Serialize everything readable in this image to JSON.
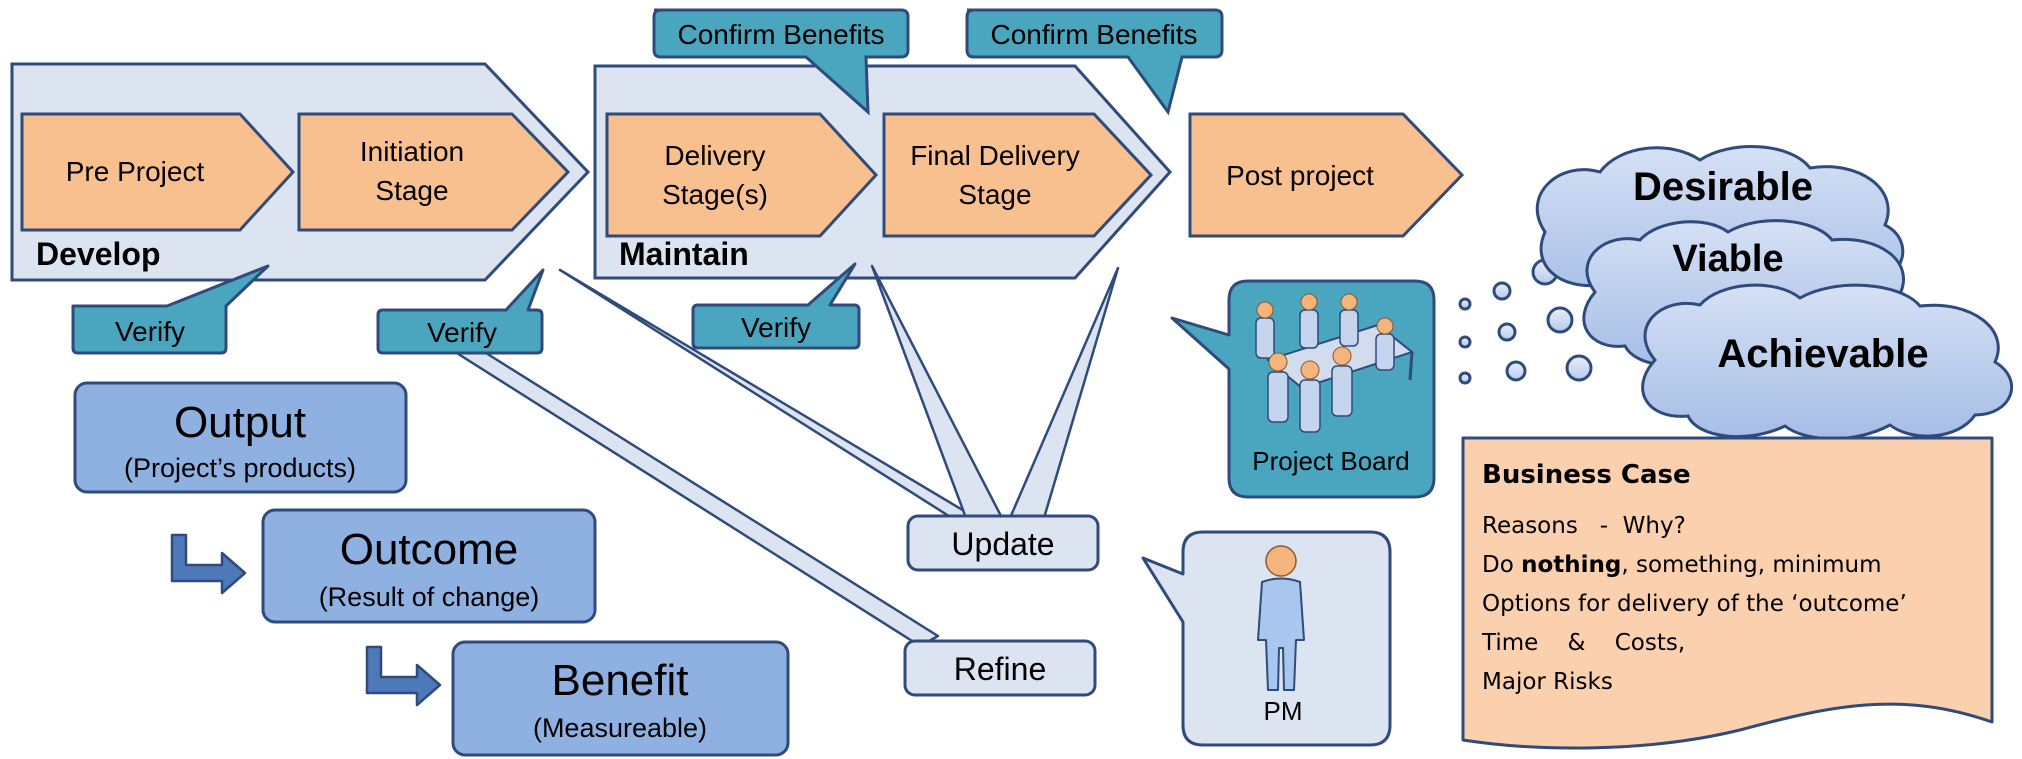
{
  "phases": {
    "develop": {
      "label": "Develop"
    },
    "maintain": {
      "label": "Maintain"
    }
  },
  "stages": {
    "pre_project": "Pre Project",
    "initiation": [
      "Initiation",
      "Stage"
    ],
    "delivery": [
      "Delivery",
      "Stage(s)"
    ],
    "final_delivery": [
      "Final Delivery",
      "Stage"
    ],
    "post_project": "Post project"
  },
  "callouts": {
    "confirm_benefits_1": "Confirm Benefits",
    "confirm_benefits_2": "Confirm Benefits",
    "verify_1": "Verify",
    "verify_2": "Verify",
    "verify_3": "Verify",
    "update": "Update",
    "refine": "Refine"
  },
  "results": {
    "output": {
      "title": "Output",
      "subtitle": "(Project’s products)"
    },
    "outcome": {
      "title": "Outcome",
      "subtitle": "(Result of change)"
    },
    "benefit": {
      "title": "Benefit",
      "subtitle": "(Measureable)"
    }
  },
  "roles": {
    "project_board": "Project Board",
    "pm": "PM"
  },
  "thought_cloud": [
    "Desirable",
    "Viable",
    "Achievable"
  ],
  "business_case": {
    "title": "Business Case",
    "line1": "Reasons   -  Why?",
    "line2_prefix": "Do ",
    "line2_bold": "nothing",
    "line2_suffix": ", something, minimum",
    "line3": "Options for delivery of the ‘outcome’",
    "line4": "Time    &    Costs,",
    "line5": "Major Risks"
  },
  "colors": {
    "stage_fill": "#F9C08F",
    "phase_fill": "#DCE4F1",
    "navy": "#2F4B7C",
    "teal": "#4AA5BE",
    "result_fill": "#8EB1E2",
    "doc_fill": "#FAD0AE",
    "cloud_fill": "#AEC4EA"
  }
}
